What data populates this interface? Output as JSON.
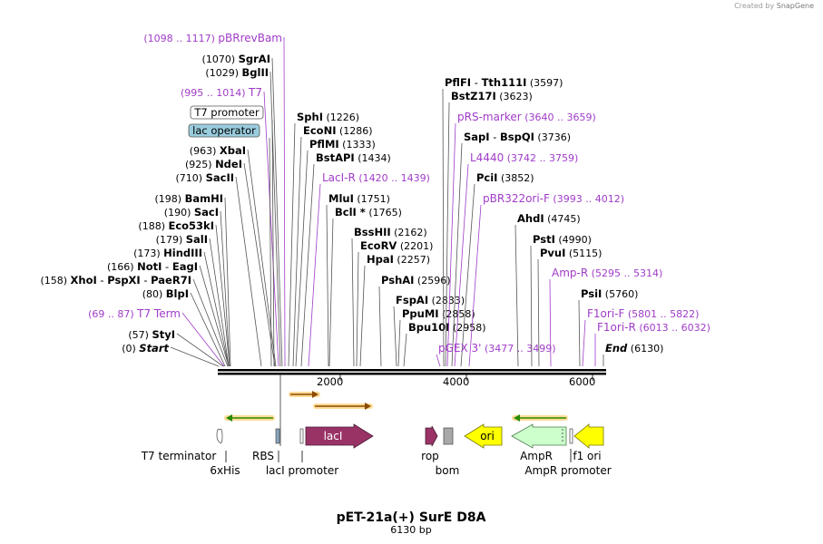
{
  "credit": {
    "prefix": "Created by",
    "brand": "SnapGene"
  },
  "plasmid": {
    "name": "pET-21a(+) SurE D8A",
    "size_label": "6130 bp"
  },
  "axis": {
    "ticks": [
      "2000",
      "4000",
      "6000"
    ]
  },
  "sites": [
    {
      "pos": "(1098 .. 1117)",
      "name": "pBRrevBam",
      "kind": "primer"
    },
    {
      "pos": "(1070)",
      "name": "SgrAI",
      "kind": "enzyme"
    },
    {
      "pos": "(1029)",
      "name": "BglII",
      "kind": "enzyme"
    },
    {
      "pos": "(995 .. 1014)",
      "name": "T7",
      "kind": "primer"
    },
    {
      "name": "T7 promoter",
      "kind": "box"
    },
    {
      "name": "lac operator",
      "kind": "box-filled"
    },
    {
      "pos": "(963)",
      "name": "XbaI",
      "kind": "enzyme"
    },
    {
      "pos": "(925)",
      "name": "NdeI",
      "kind": "enzyme"
    },
    {
      "pos": "(710)",
      "name": "SacII",
      "kind": "enzyme"
    },
    {
      "pos": "(198)",
      "name": "BamHI",
      "kind": "enzyme"
    },
    {
      "pos": "(190)",
      "name": "SacI",
      "kind": "enzyme"
    },
    {
      "pos": "(188)",
      "name": "Eco53kI",
      "kind": "enzyme"
    },
    {
      "pos": "(179)",
      "name": "SalI",
      "kind": "enzyme"
    },
    {
      "pos": "(173)",
      "name": "HindIII",
      "kind": "enzyme"
    },
    {
      "pos": "(166)",
      "name": "NotI",
      "sep": " - ",
      "name2": "EagI",
      "kind": "enzyme"
    },
    {
      "pos": "(158)",
      "name": "XhoI",
      "sep": " - ",
      "name2": "PspXI",
      "sep2": " - ",
      "name3": "PaeR7I",
      "kind": "enzyme"
    },
    {
      "pos": "(80)",
      "name": "BlpI",
      "kind": "enzyme"
    },
    {
      "pos": "(69 .. 87)",
      "name": "T7 Term",
      "kind": "primer"
    },
    {
      "pos": "(57)",
      "name": "StyI",
      "kind": "enzyme"
    },
    {
      "pos": "(0)",
      "name": "Start",
      "kind": "enzyme-italic"
    },
    {
      "name": "SphI",
      "pos": "(1226)",
      "kind": "enzyme"
    },
    {
      "name": "EcoNI",
      "pos": "(1286)",
      "kind": "enzyme"
    },
    {
      "name": "PflMI",
      "pos": "(1333)",
      "kind": "enzyme"
    },
    {
      "name": "BstAPI",
      "pos": "(1434)",
      "kind": "enzyme"
    },
    {
      "name": "LacI-R",
      "pos": "(1420 .. 1439)",
      "kind": "primer"
    },
    {
      "name": "MluI",
      "pos": "(1751)",
      "kind": "enzyme"
    },
    {
      "name": "BclI *",
      "pos": "(1765)",
      "kind": "enzyme"
    },
    {
      "name": "BssHII",
      "pos": "(2162)",
      "kind": "enzyme"
    },
    {
      "name": "EcoRV",
      "pos": "(2201)",
      "kind": "enzyme"
    },
    {
      "name": "HpaI",
      "pos": "(2257)",
      "kind": "enzyme"
    },
    {
      "name": "PshAI",
      "pos": "(2596)",
      "kind": "enzyme"
    },
    {
      "name": "FspAI",
      "pos": "(2833)",
      "kind": "enzyme"
    },
    {
      "name": "PpuMI",
      "pos": "(2858)",
      "kind": "enzyme"
    },
    {
      "name": "Bpu10I",
      "pos": "(2958)",
      "kind": "enzyme"
    },
    {
      "name": "PflFI",
      "sep": " - ",
      "name2": "Tth111I",
      "pos": "(3597)",
      "kind": "enzyme"
    },
    {
      "name": "BstZ17I",
      "pos": "(3623)",
      "kind": "enzyme"
    },
    {
      "name": "pRS-marker",
      "pos": "(3640 .. 3659)",
      "kind": "primer"
    },
    {
      "name": "SapI",
      "sep": " - ",
      "name2": "BspQI",
      "pos": "(3736)",
      "kind": "enzyme"
    },
    {
      "name": "L4440",
      "pos": "(3742 .. 3759)",
      "kind": "primer"
    },
    {
      "name": "PciI",
      "pos": "(3852)",
      "kind": "enzyme"
    },
    {
      "name": "pBR322ori-F",
      "pos": "(3993 .. 4012)",
      "kind": "primer"
    },
    {
      "name": "pGEX 3'",
      "pos": "(3477 .. 3499)",
      "kind": "primer"
    },
    {
      "name": "AhdI",
      "pos": "(4745)",
      "kind": "enzyme"
    },
    {
      "name": "PstI",
      "pos": "(4990)",
      "kind": "enzyme"
    },
    {
      "name": "PvuI",
      "pos": "(5115)",
      "kind": "enzyme"
    },
    {
      "name": "Amp-R",
      "pos": "(5295 .. 5314)",
      "kind": "primer"
    },
    {
      "name": "PsiI",
      "pos": "(5760)",
      "kind": "enzyme"
    },
    {
      "name": "F1ori-F",
      "pos": "(5801 .. 5822)",
      "kind": "primer"
    },
    {
      "name": "F1ori-R",
      "pos": "(6013 .. 6032)",
      "kind": "primer"
    },
    {
      "name": "End",
      "pos": "(6130)",
      "kind": "enzyme-italic"
    }
  ],
  "features": [
    {
      "name": "T7 terminator"
    },
    {
      "name": "6xHis"
    },
    {
      "name": "RBS"
    },
    {
      "name": "lacI promoter"
    },
    {
      "name": "lacI"
    },
    {
      "name": "rop"
    },
    {
      "name": "bom"
    },
    {
      "name": "ori"
    },
    {
      "name": "AmpR"
    },
    {
      "name": "AmpR promoter"
    },
    {
      "name": "f1 ori"
    }
  ],
  "colors": {
    "enzyme": "#000000",
    "primer": "#a03cc8",
    "lacI": "#993366",
    "rop": "#993366",
    "ori": "#ffff00",
    "ampr": "#ccffcc",
    "orf_arrow": "#2a8a00",
    "orf_bar": "#ffdc9a",
    "lac_operator": "#99ccdd",
    "bom": "#a8a8a8"
  }
}
